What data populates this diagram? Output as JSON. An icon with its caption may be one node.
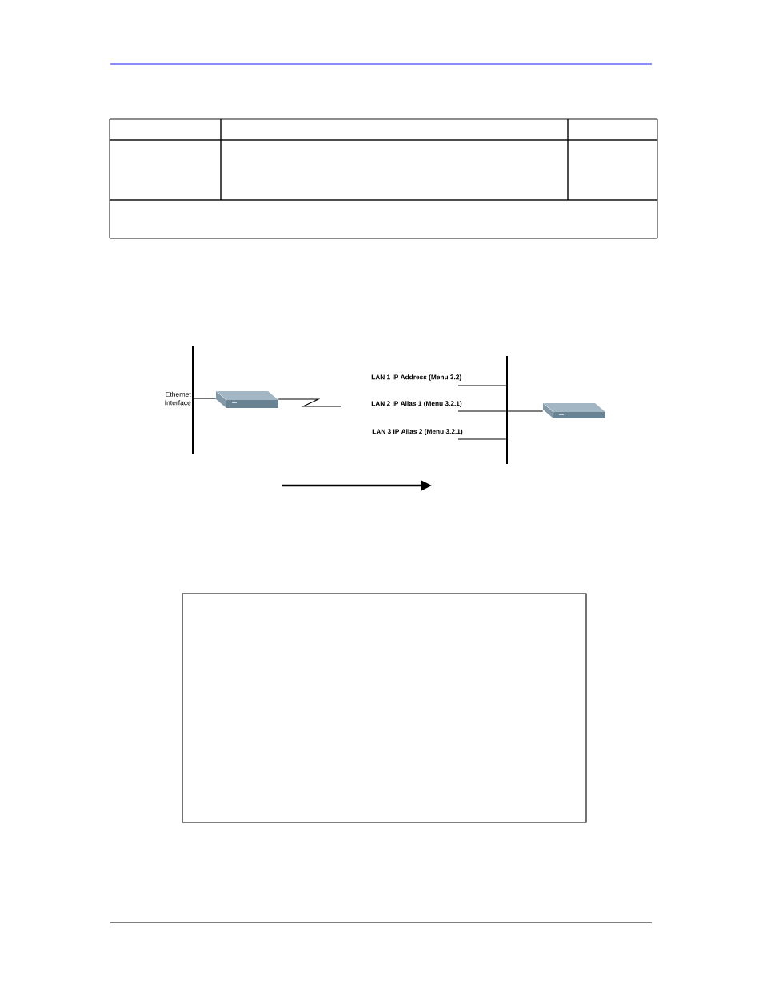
{
  "diagram": {
    "nodes": [
      {
        "text": [],
        "shape": "bar",
        "beside": [
          "Ethernet Interface"
        ]
      },
      {
        "text": [],
        "shape": "picture"
      },
      {
        "text": [],
        "shape": "bar"
      },
      {
        "text": [],
        "shape": "picture"
      }
    ],
    "edges": [
      {
        "from": 0,
        "to": 1,
        "arrow": "none"
      },
      {
        "from": 1,
        "to": null,
        "arrow": "none"
      },
      {
        "from": 2,
        "to": 3,
        "arrow": "none"
      },
      {
        "from": 2,
        "to": null,
        "arrow": "none",
        "label": "LAN 1 IP Address (Menu 3.2)"
      },
      {
        "from": 2,
        "to": null,
        "arrow": "none",
        "label": "LAN 2 IP Alias 1 (Menu 3.2.1)"
      },
      {
        "from": 2,
        "to": null,
        "arrow": "none",
        "label": "LAN 3 IP Alias 2 (Menu 3.2.1)"
      }
    ]
  }
}
